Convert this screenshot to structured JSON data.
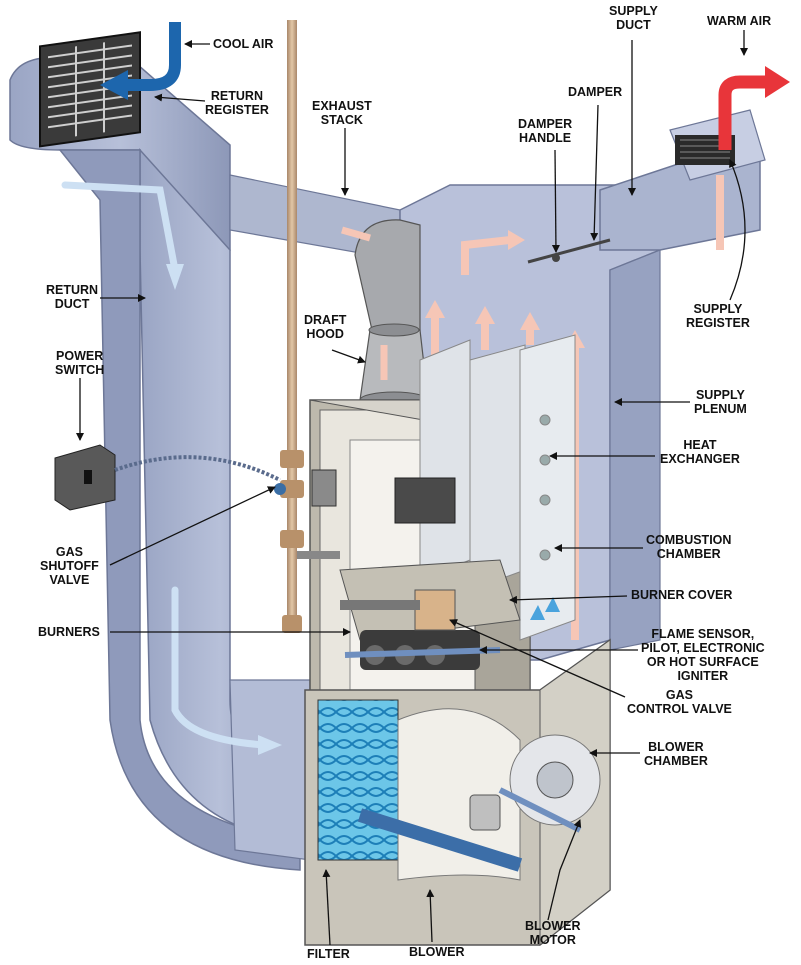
{
  "diagram": {
    "labels": {
      "cool_air": [
        "COOL AIR"
      ],
      "return_register": [
        "RETURN",
        "REGISTER"
      ],
      "exhaust_stack": [
        "EXHAUST",
        "STACK"
      ],
      "supply_duct": [
        "SUPPLY",
        "DUCT"
      ],
      "warm_air": [
        "WARM AIR"
      ],
      "damper": [
        "DAMPER"
      ],
      "damper_handle": [
        "DAMPER",
        "HANDLE"
      ],
      "return_duct": [
        "RETURN",
        "DUCT"
      ],
      "supply_register": [
        "SUPPLY",
        "REGISTER"
      ],
      "draft_hood": [
        "DRAFT",
        "HOOD"
      ],
      "power_switch": [
        "POWER",
        "SWITCH"
      ],
      "supply_plenum": [
        "SUPPLY",
        "PLENUM"
      ],
      "heat_exchanger": [
        "HEAT",
        "EXCHANGER"
      ],
      "gas_shutoff_valve": [
        "GAS",
        "SHUTOFF",
        "VALVE"
      ],
      "combustion_chamber": [
        "COMBUSTION",
        "CHAMBER"
      ],
      "burner_cover": [
        "BURNER COVER"
      ],
      "burners": [
        "BURNERS"
      ],
      "flame_sensor": [
        "FLAME SENSOR,",
        "PILOT, ELECTRONIC",
        "OR HOT SURFACE",
        "IGNITER"
      ],
      "gas_control_valve": [
        "GAS",
        "CONTROL VALVE"
      ],
      "blower_chamber": [
        "BLOWER",
        "CHAMBER"
      ],
      "blower_motor": [
        "BLOWER",
        "MOTOR"
      ],
      "filter": [
        "FILTER"
      ],
      "blower": [
        "BLOWER"
      ]
    },
    "colors": {
      "duct": "#aab4cf",
      "duct_dark": "#8591b1",
      "cool_air_arrow": "#1d66ad",
      "warm_air_arrow": "#e8353a",
      "airflow_warm": "#f6c6b6",
      "airflow_cool": "#cde0f3",
      "gas_pipe": "#c9a985",
      "filter": "#38b0dc"
    }
  }
}
